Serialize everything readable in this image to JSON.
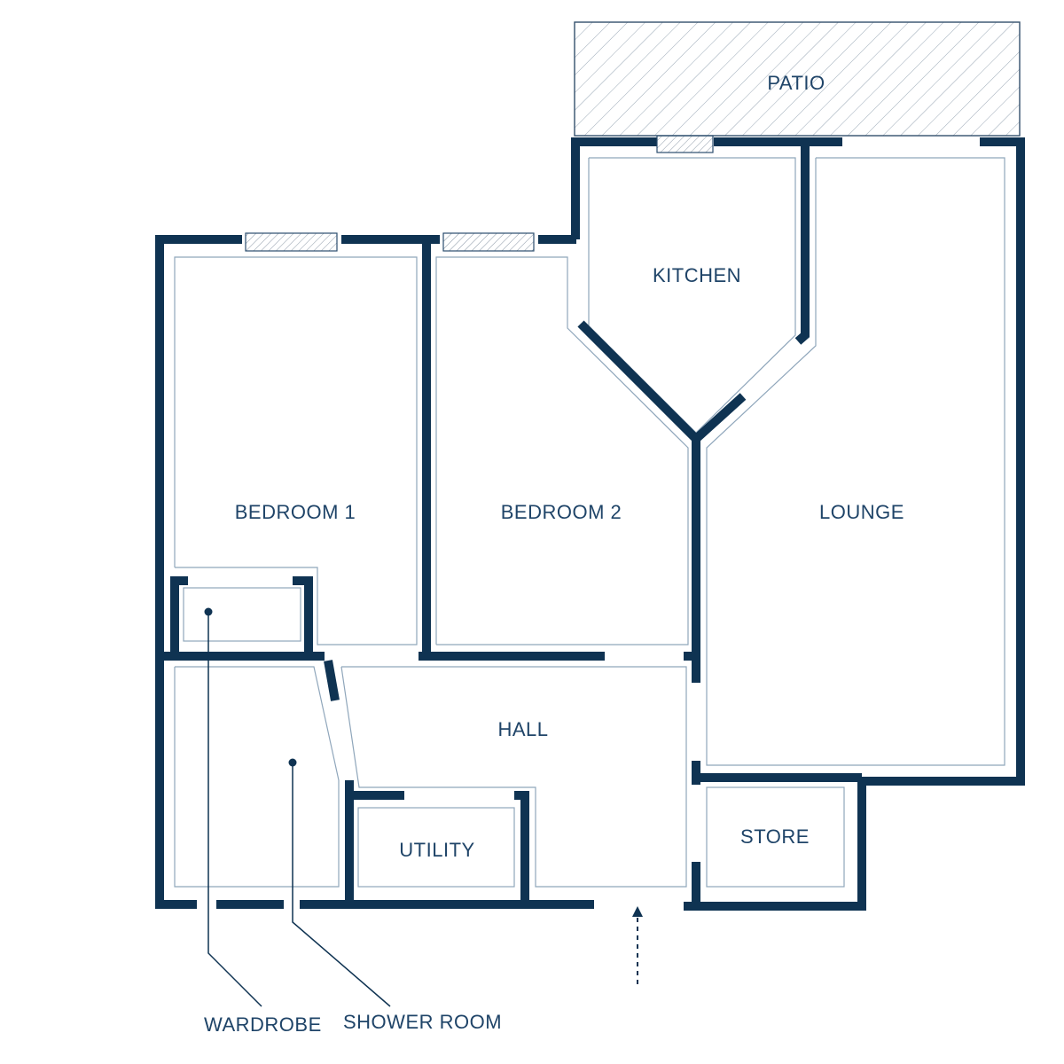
{
  "rooms": {
    "patio": "PATIO",
    "kitchen": "KITCHEN",
    "bedroom1": "BEDROOM 1",
    "bedroom2": "BEDROOM 2",
    "lounge": "LOUNGE",
    "hall": "HALL",
    "utility": "UTILITY",
    "store": "STORE"
  },
  "callouts": {
    "wardrobe": "WARDROBE",
    "shower_room": "SHOWER ROOM"
  },
  "colors": {
    "wall": "#0f3352",
    "label": "#1f4468",
    "inner_line": "#8fa6bb"
  },
  "icons": {
    "entrance": "entrance-arrow-icon"
  }
}
